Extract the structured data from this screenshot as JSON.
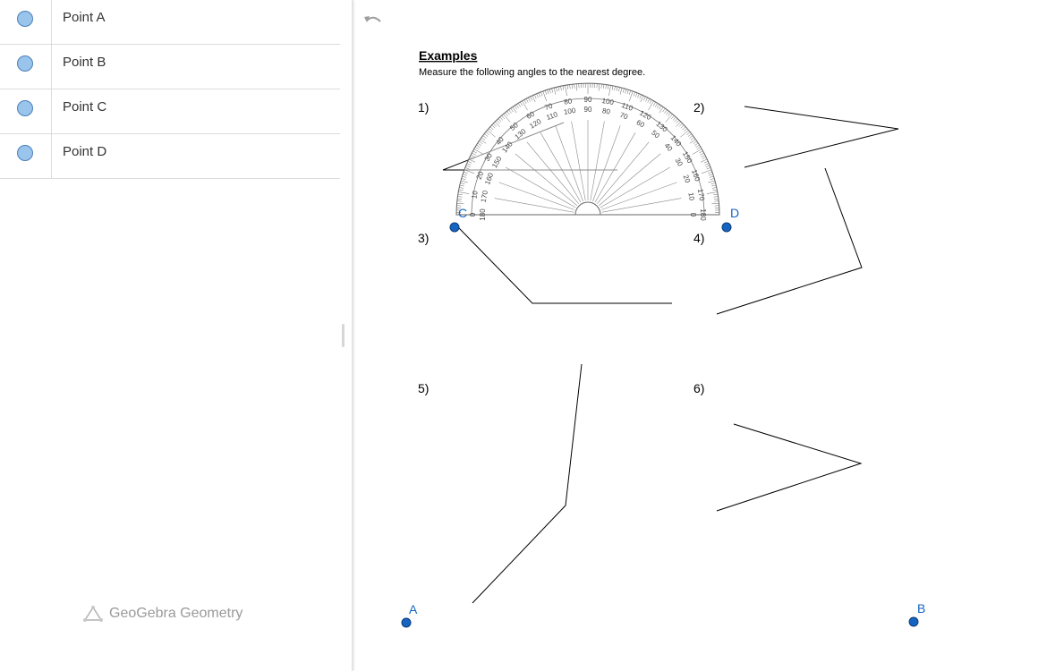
{
  "algebra_view": {
    "items": [
      {
        "label": "Point A",
        "color": "#99c5ec"
      },
      {
        "label": "Point B",
        "color": "#99c5ec"
      },
      {
        "label": "Point C",
        "color": "#99c5ec"
      },
      {
        "label": "Point D",
        "color": "#99c5ec"
      }
    ],
    "branding": "GeoGebra Geometry"
  },
  "toolbar": {
    "undo_icon": "undo-icon"
  },
  "worksheet": {
    "title": "Examples",
    "instructions": "Measure the following angles to the nearest degree.",
    "problem_labels": [
      "1)",
      "2)",
      "3)",
      "4)",
      "5)",
      "6)"
    ]
  },
  "points": [
    {
      "name": "A",
      "color": "#1565c0"
    },
    {
      "name": "B",
      "color": "#1565c0"
    },
    {
      "name": "C",
      "color": "#1565c0"
    },
    {
      "name": "D",
      "color": "#1565c0"
    }
  ],
  "protractor": {
    "outer_scale": [
      "0",
      "10",
      "20",
      "30",
      "40",
      "50",
      "60",
      "70",
      "80",
      "90",
      "100",
      "110",
      "120",
      "130",
      "140",
      "150",
      "160",
      "170",
      "180"
    ],
    "inner_scale": [
      "180",
      "170",
      "160",
      "150",
      "140",
      "130",
      "120",
      "110",
      "100",
      "90",
      "80",
      "70",
      "60",
      "50",
      "40",
      "30",
      "20",
      "10",
      "0"
    ]
  }
}
